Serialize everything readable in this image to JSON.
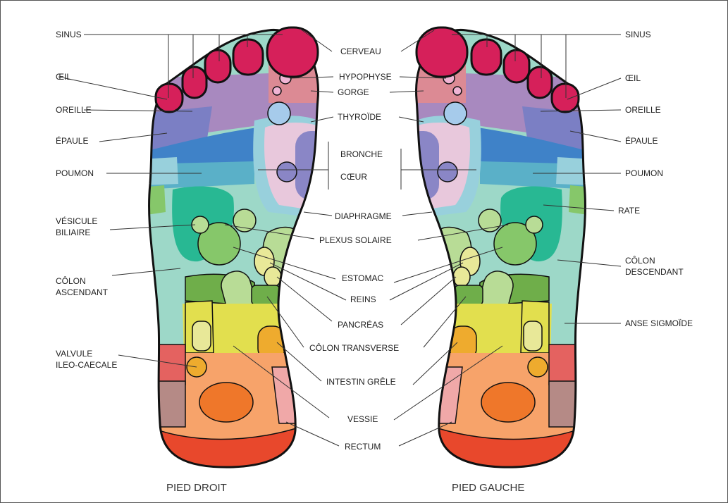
{
  "labels": {
    "right_foot": {
      "left": {
        "sinus": "SINUS",
        "oeil": "ŒIL",
        "oreille": "OREILLE",
        "epaule": "ÉPAULE",
        "poumon": "POUMON",
        "vesicule_1": "VÉSICULE",
        "vesicule_2": "BILIAIRE",
        "colon_asc_1": "CÔLON",
        "colon_asc_2": "ASCENDANT",
        "valvule_1": "VALVULE",
        "valvule_2": "ILEO-CAECALE"
      }
    },
    "center": {
      "cerveau": "CERVEAU",
      "hypophyse": "HYPOPHYSE",
      "gorge": "GORGE",
      "thyroide": "THYROÏDE",
      "bronche": "BRONCHE",
      "coeur": "CŒUR",
      "diaphragme": "DIAPHRAGME",
      "plexus": "PLEXUS SOLAIRE",
      "estomac": "ESTOMAC",
      "reins": "REINS",
      "pancreas": "PANCRÉAS",
      "colon_transverse": "CÔLON TRANSVERSE",
      "intestin": "INTESTIN GRÊLE",
      "vessie": "VESSIE",
      "rectum": "RECTUM"
    },
    "left_foot": {
      "right": {
        "sinus": "SINUS",
        "oeil": "ŒIL",
        "oreille": "OREILLE",
        "epaule": "ÉPAULE",
        "poumon": "POUMON",
        "rate": "RATE",
        "colon_desc_1": "CÔLON",
        "colon_desc_2": "DESCENDANT",
        "anse": "ANSE SIGMOÏDE"
      }
    },
    "captions": {
      "right": "PIED DROIT",
      "left": "PIED GAUCHE"
    }
  },
  "colors": {
    "toe": "#d6205a",
    "toe_base": "#a889bf",
    "shoulder": "#7b7fc4",
    "blue_band": "#3f82c8",
    "lung": "#5ab0c8",
    "light_blue": "#98d0dc",
    "heart_area": "#e8c8dc",
    "heart": "#8a86c6",
    "mint": "#9dd8c8",
    "teal": "#28b893",
    "green": "#86c76a",
    "light_green": "#b8dc96",
    "dark_green": "#6fae4a",
    "yellow": "#e2df4e",
    "light_yellow": "#e8e898",
    "amber": "#eeab2e",
    "brown": "#b8741c",
    "peach": "#f7a36a",
    "orange": "#ef772a",
    "red_heel": "#e8482c",
    "salmon": "#e46260",
    "mauve": "#b58a86",
    "pink": "#f0a8a8",
    "gorge": "#dc8a94",
    "thyroid": "#a6cbeb",
    "hypophyse": "#f0b4d4",
    "outline": "#111111"
  }
}
